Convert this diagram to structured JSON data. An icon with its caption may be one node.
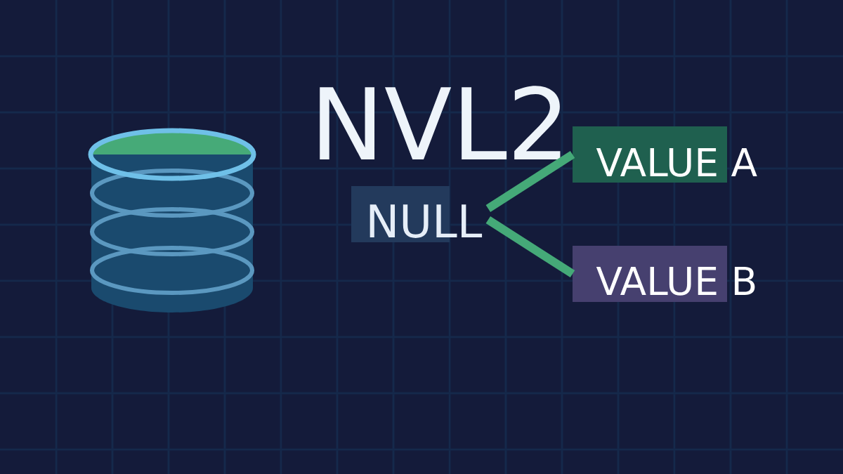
{
  "diagram": {
    "title": "NVL2",
    "nodes": [
      {
        "text": [
          "NULL"
        ]
      },
      {
        "text": [
          "VALUE A"
        ]
      },
      {
        "text": [
          "VALUE B"
        ]
      }
    ],
    "edges": [
      {
        "from": 0,
        "to": 1,
        "arrow": "none"
      },
      {
        "from": 0,
        "to": 2,
        "arrow": "none"
      }
    ]
  }
}
